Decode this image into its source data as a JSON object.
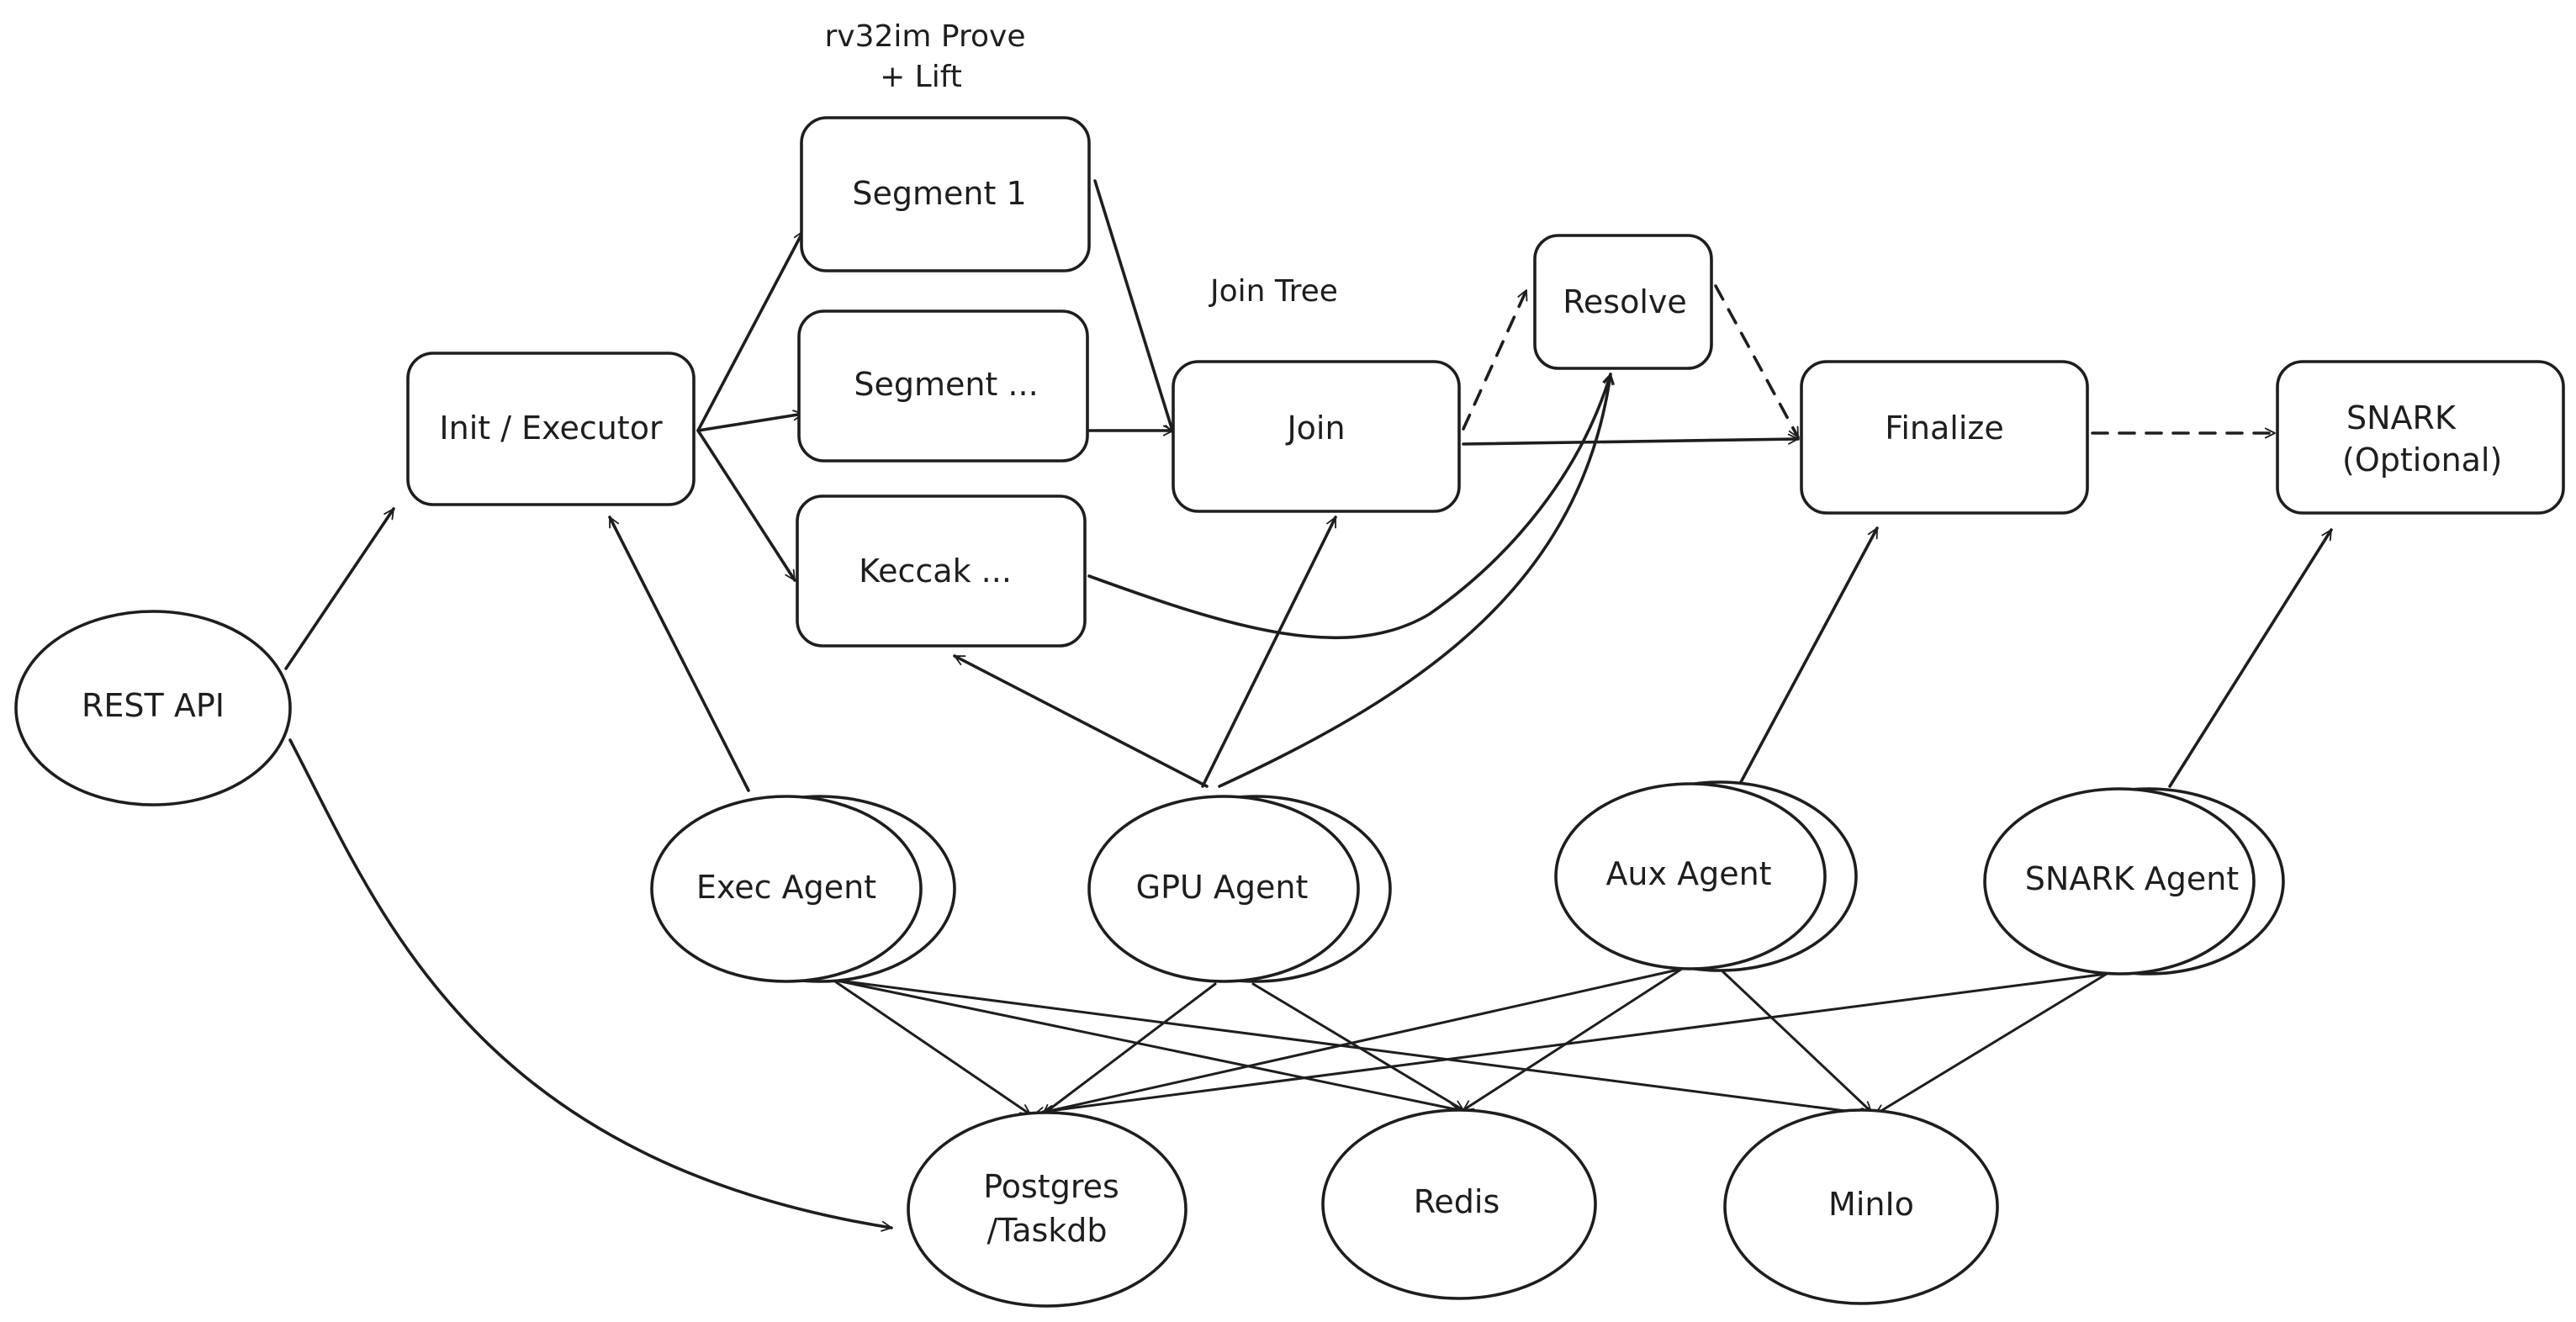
{
  "diagram": {
    "labels": {
      "prove_lift_line1": "rv32im Prove",
      "prove_lift_line2": "+ Lift",
      "join_tree": "Join Tree"
    },
    "nodes": {
      "segment1": "Segment 1",
      "segment_more": "Segment ...",
      "keccak": "Keccak ...",
      "init_executor": "Init / Executor",
      "join": "Join",
      "resolve": "Resolve",
      "finalize": "Finalize",
      "snark_line1": "SNARK",
      "snark_line2": "(Optional)",
      "rest_api": "REST API",
      "exec_agent": "Exec Agent",
      "gpu_agent": "GPU Agent",
      "aux_agent": "Aux Agent",
      "snark_agent": "SNARK Agent",
      "postgres_line1": "Postgres",
      "postgres_line2": "/Taskdb",
      "redis": "Redis",
      "minio": "MinIo"
    }
  }
}
